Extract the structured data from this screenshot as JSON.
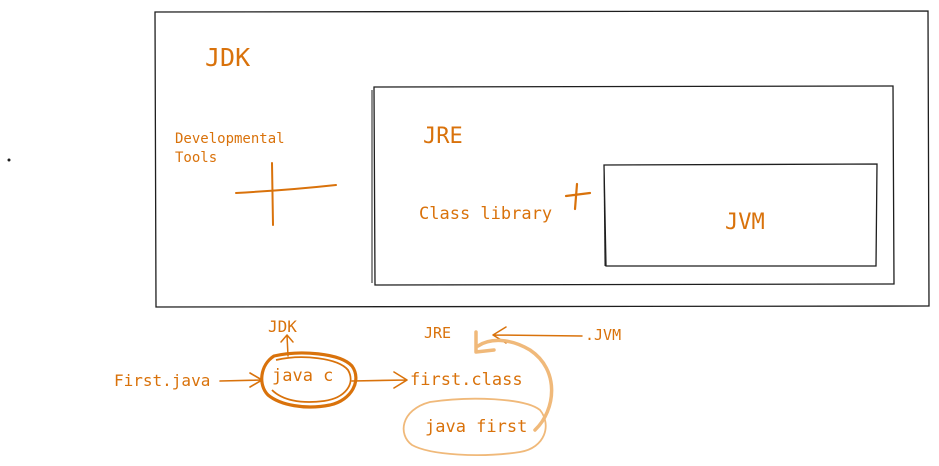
{
  "colors": {
    "ink": "#d9720b",
    "ink_light": "#f0b97a",
    "frame": "#1e1e1e",
    "background": "#ffffff"
  },
  "diagram": {
    "jdk_box": {
      "label": "JDK"
    },
    "dev_tools": {
      "line1": "Developmental",
      "line2": "Tools"
    },
    "jre_box": {
      "label": "JRE"
    },
    "class_library": {
      "label": "Class library"
    },
    "jvm_box": {
      "label": "JVM"
    }
  },
  "flow": {
    "source_file": "First.java",
    "compiler": "java c",
    "compiler_tag": "JDK",
    "class_file": "first.class",
    "runtime_tag": "JRE",
    "vm_tag": ".JVM",
    "run_command": "java first"
  }
}
